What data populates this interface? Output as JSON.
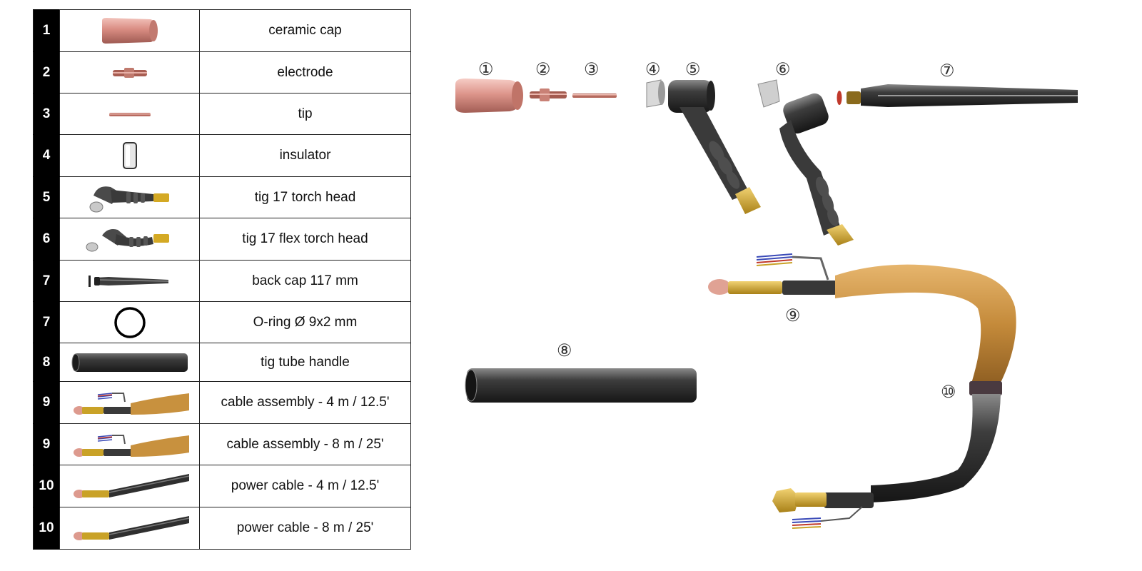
{
  "parts_table": {
    "rows": [
      {
        "num": "1",
        "icon": "ceramic-cap-icon",
        "label": "ceramic cap"
      },
      {
        "num": "2",
        "icon": "electrode-icon",
        "label": "electrode"
      },
      {
        "num": "3",
        "icon": "tip-icon",
        "label": "tip"
      },
      {
        "num": "4",
        "icon": "insulator-icon",
        "label": "insulator"
      },
      {
        "num": "5",
        "icon": "torch-head-icon",
        "label": "tig 17 torch head"
      },
      {
        "num": "6",
        "icon": "flex-torch-head-icon",
        "label": "tig 17 flex torch head"
      },
      {
        "num": "7",
        "icon": "back-cap-icon",
        "label": "back cap 117 mm"
      },
      {
        "num": "7",
        "icon": "o-ring-icon",
        "label": "O-ring Ø 9x2 mm"
      },
      {
        "num": "8",
        "icon": "tube-handle-icon",
        "label": "tig tube handle"
      },
      {
        "num": "9",
        "icon": "cable-assembly-icon",
        "label": "cable assembly  - 4 m / 12.5'"
      },
      {
        "num": "9",
        "icon": "cable-assembly-icon",
        "label": "cable assembly - 8 m / 25'"
      },
      {
        "num": "10",
        "icon": "power-cable-icon",
        "label": "power cable - 4 m / 12.5'"
      },
      {
        "num": "10",
        "icon": "power-cable-icon",
        "label": "power cable - 8 m / 25'"
      }
    ]
  },
  "diagram": {
    "callouts": {
      "c1": "①",
      "c2": "②",
      "c3": "③",
      "c4": "④",
      "c5": "⑤",
      "c6": "⑥",
      "c7": "⑦",
      "c8": "⑧",
      "c9": "⑨",
      "c10": "⑩"
    }
  },
  "colors": {
    "table_number_column": "#000000",
    "copper": "#d98c82",
    "brass": "#c9a227",
    "rubber": "#3a3a3a",
    "leather": "#c8913e"
  }
}
